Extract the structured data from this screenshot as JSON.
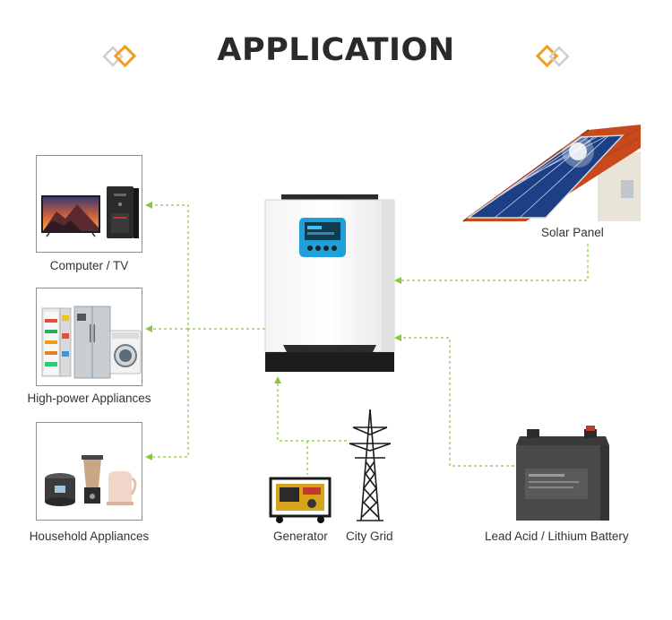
{
  "header": {
    "title": "APPLICATION"
  },
  "outputs": [
    {
      "label": "Computer / TV"
    },
    {
      "label": "High-power Appliances"
    },
    {
      "label": "Household Appliances"
    }
  ],
  "inputs": {
    "solar": {
      "label": "Solar Panel"
    },
    "generator": {
      "label": "Generator"
    },
    "grid": {
      "label": "City Grid"
    },
    "battery": {
      "label": "Lead Acid / Lithium Battery"
    }
  },
  "colors": {
    "accent_orange": "#f39c1e",
    "flow_green": "#8cc63f",
    "screen_blue": "#1fa0d8",
    "title": "#2a2a2a"
  }
}
